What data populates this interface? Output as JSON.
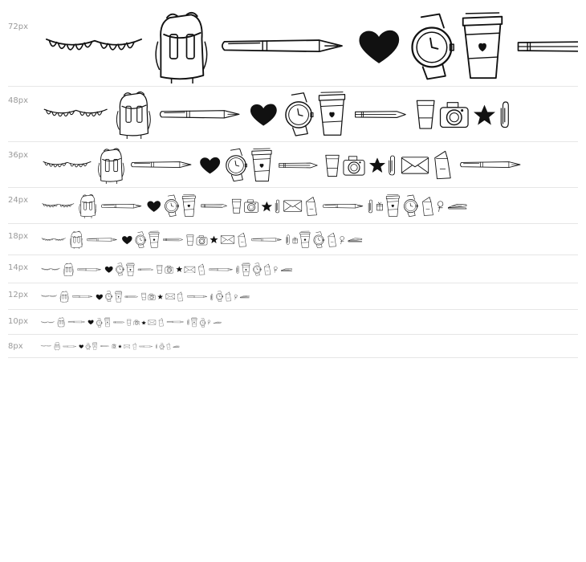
{
  "title": "",
  "ink_color": "#111111",
  "label_color": "#9a9a9a",
  "rows": [
    {
      "label": "72px",
      "icons": [
        "bunting-icon",
        "backpack-icon",
        "fountain-pen-icon",
        "heart-icon",
        "wristwatch-icon",
        "coffee-cup-icon",
        "pencil-icon"
      ]
    },
    {
      "label": "48px",
      "icons": [
        "bunting-icon",
        "backpack-icon",
        "fountain-pen-icon",
        "heart-icon",
        "wristwatch-icon",
        "coffee-cup-icon",
        "pencil-icon",
        "paper-cup-icon",
        "camera-icon",
        "star-icon",
        "paperclip-icon"
      ]
    },
    {
      "label": "36px",
      "icons": [
        "bunting-icon",
        "backpack-icon",
        "fountain-pen-icon",
        "heart-icon",
        "wristwatch-icon",
        "coffee-cup-icon",
        "pencil-icon",
        "paper-cup-icon",
        "camera-icon",
        "star-icon",
        "paperclip-icon",
        "envelope-icon",
        "paper-bag-icon",
        "fountain-pen-icon"
      ]
    },
    {
      "label": "24px",
      "icons": [
        "bunting-icon",
        "backpack-icon",
        "fountain-pen-icon",
        "heart-icon",
        "wristwatch-icon",
        "coffee-cup-icon",
        "pencil-icon",
        "paper-cup-icon",
        "camera-icon",
        "star-icon",
        "paperclip-icon",
        "envelope-icon",
        "paper-bag-icon",
        "fountain-pen-icon",
        "paperclip-icon",
        "gift-icon",
        "coffee-cup-icon",
        "wristwatch-icon",
        "paper-bag-icon",
        "pushpin-icon",
        "stapler-icon"
      ]
    },
    {
      "label": "18px",
      "icons": [
        "bunting-icon",
        "backpack-icon",
        "fountain-pen-icon",
        "heart-icon",
        "wristwatch-icon",
        "coffee-cup-icon",
        "pencil-icon",
        "paper-cup-icon",
        "camera-icon",
        "star-icon",
        "envelope-icon",
        "paper-bag-icon",
        "fountain-pen-icon",
        "paperclip-icon",
        "gift-icon",
        "coffee-cup-icon",
        "wristwatch-icon",
        "paper-bag-icon",
        "pushpin-icon",
        "stapler-icon"
      ]
    },
    {
      "label": "14px",
      "icons": [
        "bunting-icon",
        "backpack-icon",
        "fountain-pen-icon",
        "heart-icon",
        "wristwatch-icon",
        "coffee-cup-icon",
        "pencil-icon",
        "paper-cup-icon",
        "camera-icon",
        "star-icon",
        "envelope-icon",
        "paper-bag-icon",
        "fountain-pen-icon",
        "paperclip-icon",
        "coffee-cup-icon",
        "wristwatch-icon",
        "paper-bag-icon",
        "pushpin-icon",
        "stapler-icon"
      ]
    },
    {
      "label": "12px",
      "icons": [
        "bunting-icon",
        "backpack-icon",
        "fountain-pen-icon",
        "heart-icon",
        "wristwatch-icon",
        "coffee-cup-icon",
        "pencil-icon",
        "paper-cup-icon",
        "camera-icon",
        "star-icon",
        "envelope-icon",
        "paper-bag-icon",
        "fountain-pen-icon",
        "paperclip-icon",
        "wristwatch-icon",
        "paper-bag-icon",
        "pushpin-icon",
        "stapler-icon"
      ]
    },
    {
      "label": "10px",
      "icons": [
        "bunting-icon",
        "backpack-icon",
        "fountain-pen-icon",
        "heart-icon",
        "wristwatch-icon",
        "coffee-cup-icon",
        "pencil-icon",
        "paper-cup-icon",
        "camera-icon",
        "star-icon",
        "envelope-icon",
        "paper-bag-icon",
        "fountain-pen-icon",
        "paperclip-icon",
        "coffee-cup-icon",
        "wristwatch-icon",
        "pushpin-icon",
        "stapler-icon"
      ]
    },
    {
      "label": "8px",
      "icons": [
        "bunting-icon",
        "backpack-icon",
        "fountain-pen-icon",
        "heart-icon",
        "wristwatch-icon",
        "coffee-cup-icon",
        "pencil-icon",
        "camera-icon",
        "star-icon",
        "envelope-icon",
        "paper-bag-icon",
        "fountain-pen-icon",
        "paperclip-icon",
        "wristwatch-icon",
        "paper-bag-icon",
        "stapler-icon"
      ]
    }
  ]
}
